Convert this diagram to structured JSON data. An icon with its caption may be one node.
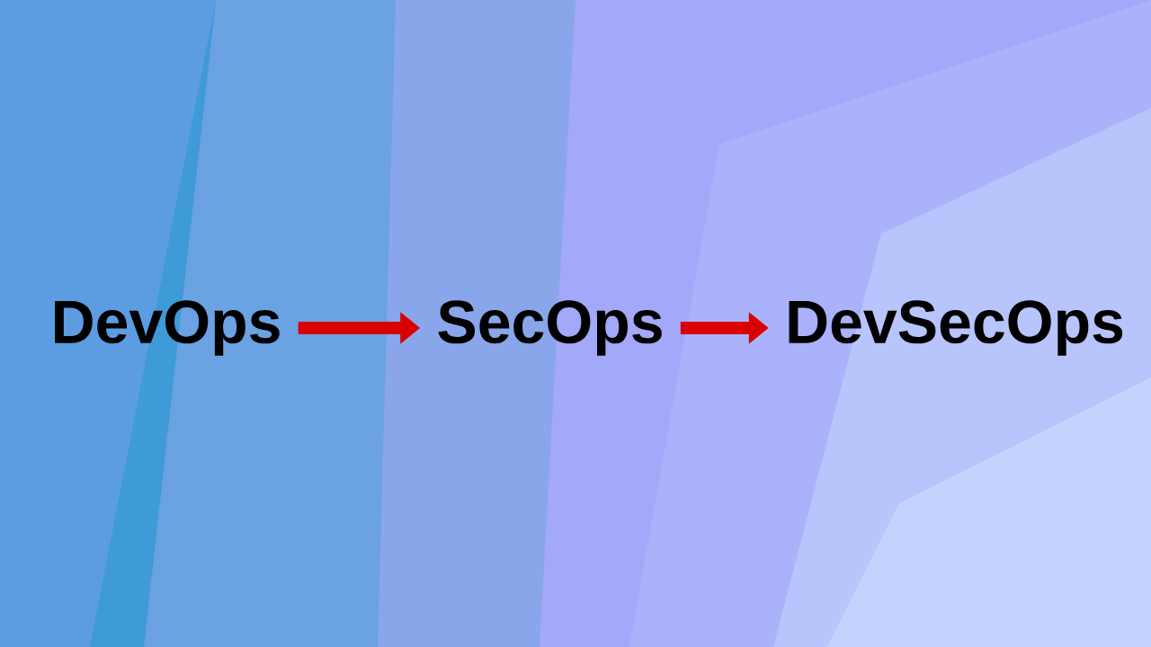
{
  "diagram": {
    "nodes": [
      {
        "text": [
          "DevOps"
        ]
      },
      {
        "text": [
          "SecOps"
        ]
      },
      {
        "text": [
          "DevSecOps"
        ]
      }
    ],
    "edges": [
      {
        "from": 0,
        "to": 1,
        "arrow": "to"
      },
      {
        "from": 1,
        "to": 2,
        "arrow": "to"
      }
    ]
  }
}
